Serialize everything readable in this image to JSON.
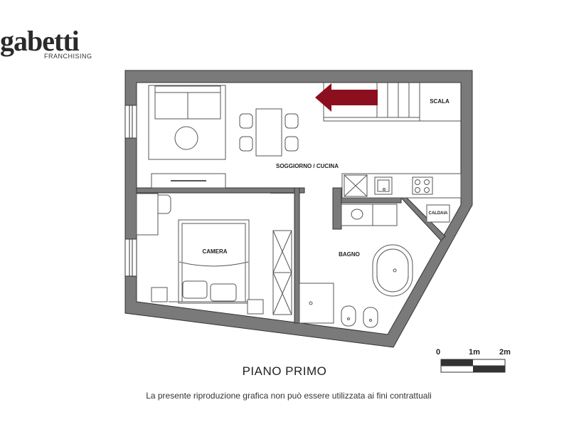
{
  "brand": {
    "name": "gabetti",
    "tagline": "FRANCHISING"
  },
  "rooms": {
    "living": "SOGGIORNO / CUCINA",
    "stairs": "SCALA",
    "bedroom": "CAMERA",
    "bathroom": "BAGNO",
    "boiler": "CALDAIA"
  },
  "scale": {
    "labels": [
      "0",
      "1m",
      "2m"
    ]
  },
  "title": "PIANO PRIMO",
  "disclaimer": "La presente riproduzione grafica non può essere utilizzata ai fini contrattuali",
  "colors": {
    "wall": "#7a7a7a",
    "arrow": "#8b0f1e",
    "line": "#555555"
  }
}
